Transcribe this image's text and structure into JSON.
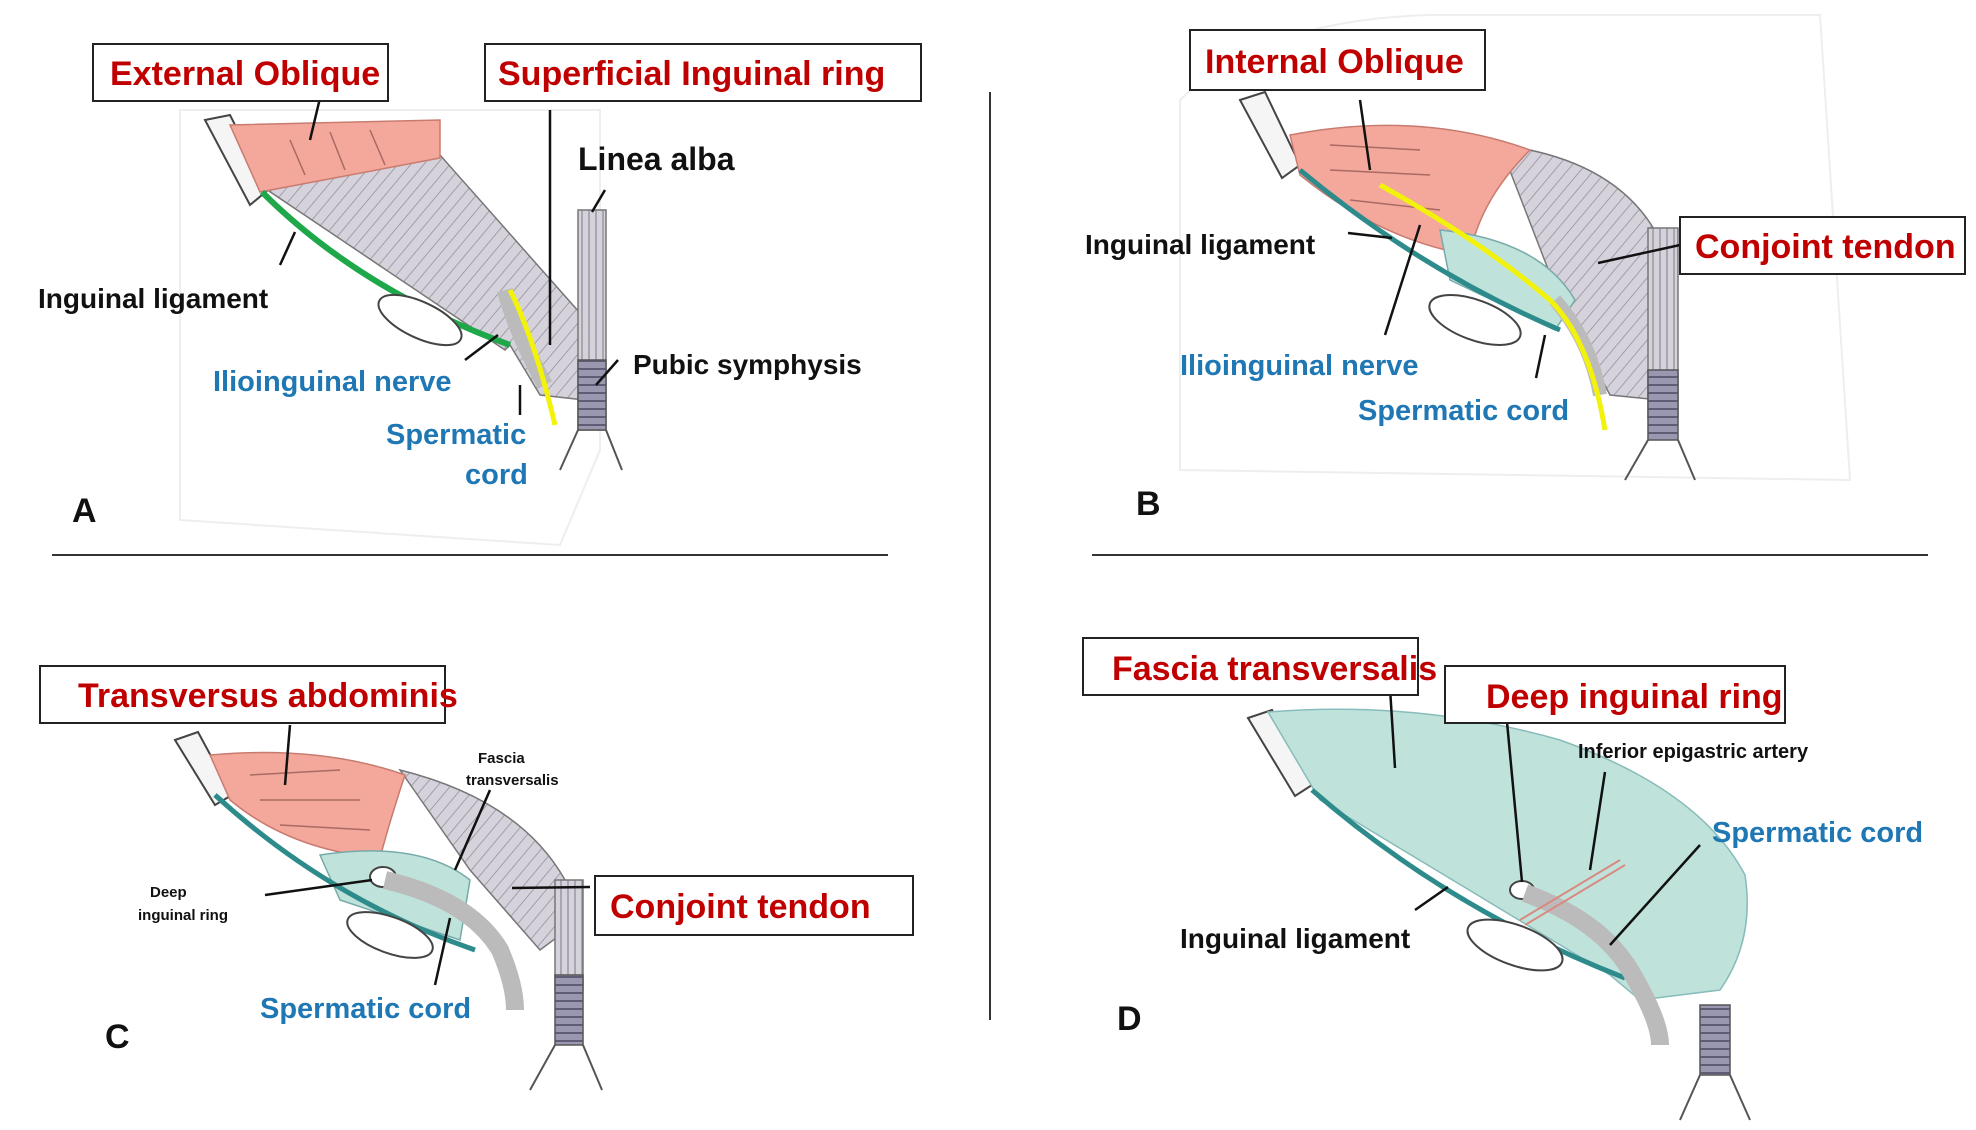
{
  "colors": {
    "muscle_red": "#f4a89b",
    "tendon_gray": "#cfccd6",
    "fascia_green": "#bfe3da",
    "ligament_green": "#1fa84a",
    "ligament_teal": "#2e8b8b",
    "nerve_yellow": "#f2f20a",
    "label_red": "#c00000",
    "label_blue": "#1f77b4"
  },
  "panel_a": {
    "letter": "A",
    "external_oblique": "External Oblique",
    "superficial_ring": "Superficial Inguinal ring",
    "linea_alba": "Linea alba",
    "inguinal_ligament": "Inguinal ligament",
    "ilioinguinal_nerve": "Ilioinguinal nerve",
    "pubic_symphysis": "Pubic symphysis",
    "spermatic_cord_1": "Spermatic",
    "spermatic_cord_2": "cord"
  },
  "panel_b": {
    "letter": "B",
    "internal_oblique": "Internal Oblique",
    "inguinal_ligament": "Inguinal ligament",
    "conjoint_tendon": "Conjoint tendon",
    "ilioinguinal_nerve": "Ilioinguinal nerve",
    "spermatic_cord": "Spermatic cord"
  },
  "panel_c": {
    "letter": "C",
    "transversus": "Transversus abdominis",
    "fascia_1": "Fascia",
    "fascia_2": "transversalis",
    "deep_ring_1": "Deep",
    "deep_ring_2": "inguinal ring",
    "conjoint_tendon": "Conjoint tendon",
    "spermatic_cord": "Spermatic cord"
  },
  "panel_d": {
    "letter": "D",
    "fascia_transversalis": "Fascia transversalis",
    "deep_ring": "Deep inguinal ring",
    "epigastric": "Inferior epigastric artery",
    "spermatic_cord": "Spermatic cord",
    "inguinal_ligament": "Inguinal ligament"
  }
}
